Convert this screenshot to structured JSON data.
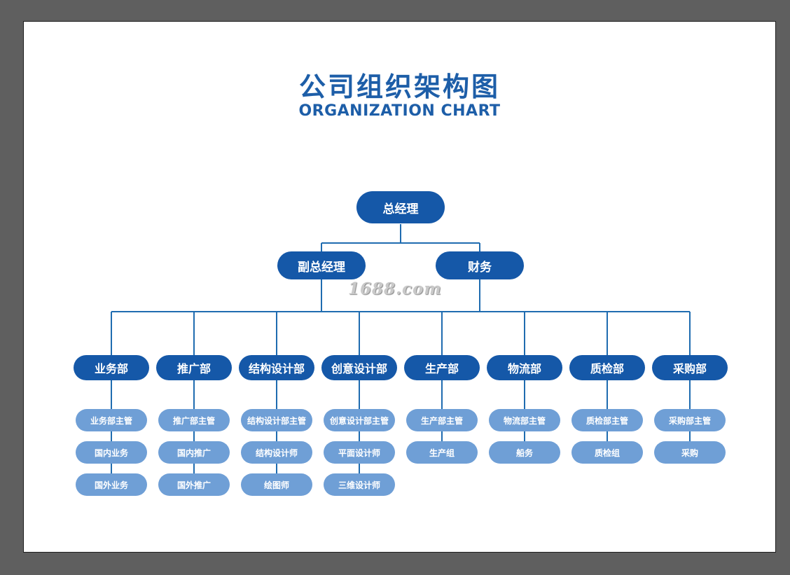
{
  "title_cn": "公司组织架构图",
  "title_en": "ORGANIZATION CHART",
  "watermark": "1688.com",
  "colors": {
    "primary": "#1558a8",
    "secondary": "#6f9fd6",
    "line": "#1f6cb0",
    "title": "#1d5ea8"
  },
  "root": "总经理",
  "second_level": [
    "副总经理",
    "财务"
  ],
  "departments": [
    {
      "name": "业务部",
      "subs": [
        "业务部主管",
        "国内业务",
        "国外业务"
      ]
    },
    {
      "name": "推广部",
      "subs": [
        "推广部主管",
        "国内推广",
        "国外推广"
      ]
    },
    {
      "name": "结构设计部",
      "subs": [
        "结构设计部主管",
        "结构设计师",
        "绘图师"
      ]
    },
    {
      "name": "创意设计部",
      "subs": [
        "创意设计部主管",
        "平面设计师",
        "三维设计师"
      ]
    },
    {
      "name": "生产部",
      "subs": [
        "生产部主管",
        "生产组"
      ]
    },
    {
      "name": "物流部",
      "subs": [
        "物流部主管",
        "船务"
      ]
    },
    {
      "name": "质检部",
      "subs": [
        "质检部主管",
        "质检组"
      ]
    },
    {
      "name": "采购部",
      "subs": [
        "采购部主管",
        "采购"
      ]
    }
  ]
}
